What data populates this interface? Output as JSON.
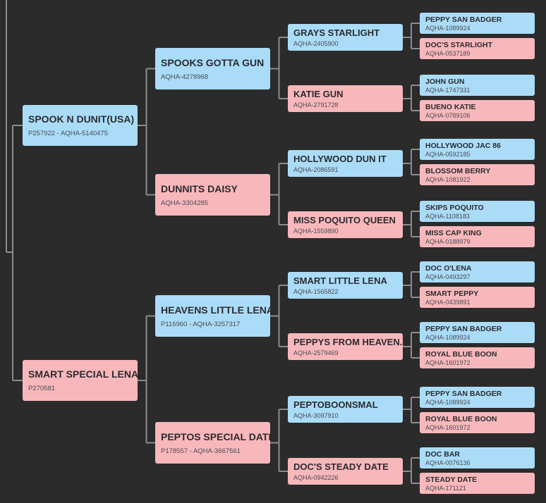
{
  "pedigree": {
    "sire": {
      "name": "SPOOK N DUNIT(USA)",
      "reg": "P257922 - AQHA-5140475",
      "sire": {
        "name": "SPOOKS GOTTA GUN",
        "reg": "AQHA-4278968",
        "sire": {
          "name": "GRAYS STARLIGHT",
          "reg": "AQHA-2405900",
          "sire": {
            "name": "PEPPY SAN BADGER",
            "reg": "AQHA-1089924"
          },
          "dam": {
            "name": "DOC'S STARLIGHT",
            "reg": "AQHA-0537189"
          }
        },
        "dam": {
          "name": "KATIE GUN",
          "reg": "AQHA-2791728",
          "sire": {
            "name": "JOHN GUN",
            "reg": "AQHA-1747331"
          },
          "dam": {
            "name": "BUENO KATIE",
            "reg": "AQHA-0789106"
          }
        }
      },
      "dam": {
        "name": "DUNNITS DAISY",
        "reg": "AQHA-3304285",
        "sire": {
          "name": "HOLLYWOOD DUN IT",
          "reg": "AQHA-2086591",
          "sire": {
            "name": "HOLLYWOOD JAC 86",
            "reg": "AQHA-0592185"
          },
          "dam": {
            "name": "BLOSSOM BERRY",
            "reg": "AQHA-1081922"
          }
        },
        "dam": {
          "name": "MISS POQUITO QUEEN",
          "reg": "AQHA-1559890",
          "sire": {
            "name": "SKIPS POQUITO",
            "reg": "AQHA-1108183"
          },
          "dam": {
            "name": "MISS CAP KING",
            "reg": "AQHA-0188979"
          }
        }
      }
    },
    "dam": {
      "name": "SMART SPECIAL LENA",
      "reg": "P270581",
      "sire": {
        "name": "HEAVENS LITTLE LENA",
        "reg": "P116960 - AQHA-3257317",
        "sire": {
          "name": "SMART LITTLE LENA",
          "reg": "AQHA-1565822",
          "sire": {
            "name": "DOC O'LENA",
            "reg": "AQHA-0493297"
          },
          "dam": {
            "name": "SMART PEPPY",
            "reg": "AQHA-0439891"
          }
        },
        "dam": {
          "name": "PEPPYS FROM HEAVEN.",
          "reg": "AQHA-2579469",
          "sire": {
            "name": "PEPPY SAN BADGER",
            "reg": "AQHA-1089924"
          },
          "dam": {
            "name": "ROYAL BLUE BOON",
            "reg": "AQHA-1601972"
          }
        }
      },
      "dam": {
        "name": "PEPTOS SPECIAL DATE",
        "reg": "P178557 - AQHA-3667561",
        "sire": {
          "name": "PEPTOBOONSMAL",
          "reg": "AQHA-3097910",
          "sire": {
            "name": "PEPPY SAN BADGER",
            "reg": "AQHA-1089924"
          },
          "dam": {
            "name": "ROYAL BLUE BOON",
            "reg": "AQHA-1601972"
          }
        },
        "dam": {
          "name": "DOC'S STEADY DATE",
          "reg": "AQHA-0942226",
          "sire": {
            "name": "DOC BAR",
            "reg": "AQHA-0076136"
          },
          "dam": {
            "name": "STEADY DATE",
            "reg": "AQHA-171121"
          }
        }
      }
    }
  },
  "colors": {
    "sire": "#aadcf8",
    "dam": "#f8b8bb",
    "connector": "#8c8c8c",
    "background": "#2b2b2b"
  }
}
